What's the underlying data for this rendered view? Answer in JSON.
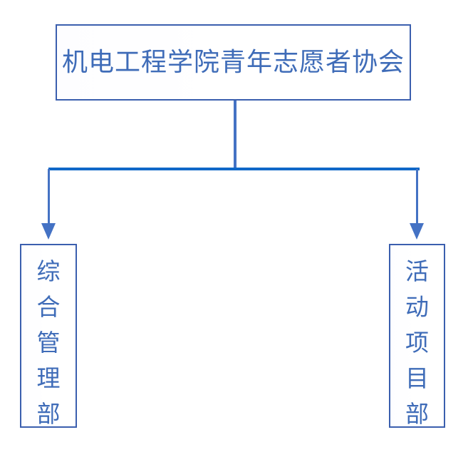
{
  "diagram": {
    "type": "org-chart",
    "title": "机电工程学院青年志愿者协会",
    "root": {
      "label": "机电工程学院青年志愿者协会",
      "orientation": "horizontal"
    },
    "children": [
      {
        "label": "综合管理部",
        "label_vertical": "综\n合\n管\n理\n部",
        "position": "left"
      },
      {
        "label": "活动项目部",
        "label_vertical": "活\n动\n项\n目\n部",
        "position": "right"
      }
    ],
    "colors": {
      "text": "#3F6CB8",
      "border": "#3B5FAE",
      "connector": "#4472C4",
      "bar": "#1068C8",
      "background": "#FFFFFF"
    }
  }
}
